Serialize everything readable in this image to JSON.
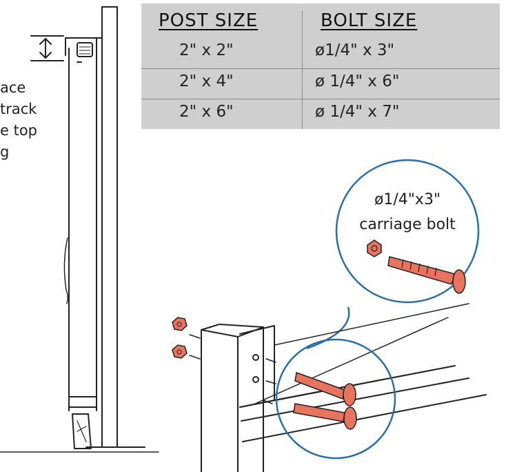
{
  "table": {
    "headers": [
      "POST SIZE",
      "BOLT SIZE"
    ],
    "rows": [
      {
        "post": "2\" x 2\"",
        "bolt": "ø1/4\" x 3\""
      },
      {
        "post": "2\" x 4\"",
        "bolt": "ø 1/4\" x 6\""
      },
      {
        "post": "2\" x 6\"",
        "bolt": "ø 1/4\" x 7\""
      }
    ]
  },
  "side_note": {
    "lines": [
      "ace",
      "track",
      "e top",
      "g"
    ]
  },
  "callout": {
    "line1": "ø1/4\"x3\"",
    "line2": "carriage bolt"
  },
  "colors": {
    "table_bg": "#cfcfcf",
    "bolt": "#e8735f",
    "callout_ring": "#2a6fa8",
    "ink": "#222222"
  }
}
